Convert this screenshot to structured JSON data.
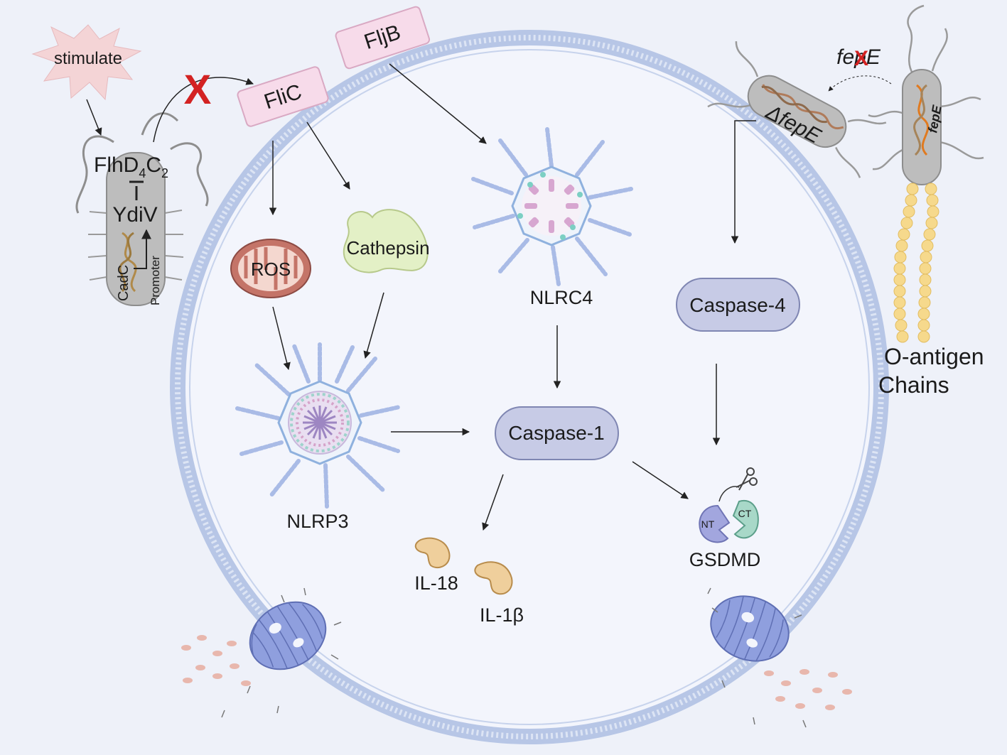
{
  "stimulus": {
    "label": "stimulate"
  },
  "bacterium_left": {
    "regulator_main": "FlhD",
    "regulator_sub1": "4",
    "regulator_mid": "C",
    "regulator_sub2": "2",
    "inhibitor": "YdiV",
    "gene": "CadC",
    "promoter": "Promoter"
  },
  "inhibition_mark": "X",
  "flagellins": {
    "flic": "FliC",
    "fljb": "FljB"
  },
  "organelles": {
    "ros": "ROS",
    "cathepsin": "Cathepsin"
  },
  "inflammasomes": {
    "nlrp3": "NLRP3",
    "nlrc4": "NLRC4"
  },
  "caspases": {
    "caspase1": "Caspase-1",
    "caspase4": "Caspase-4"
  },
  "cytokines": {
    "il18": "IL-18",
    "il1b": "IL-1β"
  },
  "gsdmd": {
    "label": "GSDMD",
    "nt": "NT",
    "ct": "CT"
  },
  "bacteria_right": {
    "deleted_gene": "fepE",
    "mutant_label": "ΔfepE",
    "wild_gene": "fepE",
    "o_antigen_line1": "O-antigen",
    "o_antigen_line2": "Chains"
  },
  "colors": {
    "background": "#eef1f9",
    "cell_fill": "#f3f5fc",
    "membrane": "#b7c6e6",
    "caspase_fill": "#c7cbe6",
    "pore": "#8f9fde",
    "flagellin_fill": "#f7dbea",
    "inhibition": "#d32222",
    "ros": "#c47468",
    "cathepsin": "#e3f0c6",
    "cytokine": "#efcf9c",
    "bacterium": "#bdbdbd",
    "o_antigen": "#f6d98c"
  }
}
